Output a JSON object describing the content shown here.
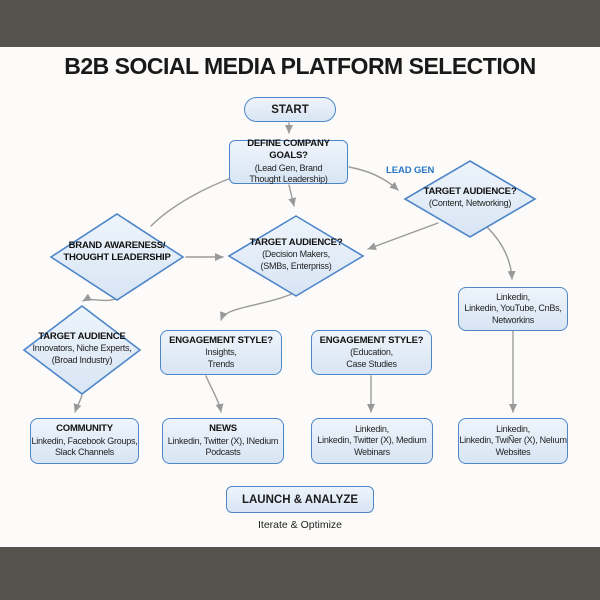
{
  "page": {
    "title": "B2B SOCIAL MEDIA PLATFORM SELECTION"
  },
  "edge_labels": {
    "lead_gen": "LEAD GEN"
  },
  "nodes": {
    "start": {
      "label": "START"
    },
    "goals": {
      "title": "DEFINE COMPANY GOALS?",
      "line1": "(Lead Gen, Brand",
      "line2": "Thought Leadership)"
    },
    "audience_right": {
      "title": "TARGET AUDIENCE?",
      "line1": "(Content, Networking)"
    },
    "brand": {
      "line1": "BRAND AWARENESS/",
      "line2": "THOUGHT LEADERSHIP"
    },
    "audience_mid": {
      "title": "TARGET AUDIENCE?",
      "line1": "(Decision Makers,",
      "line2": "(SMBs, Enterpriss)"
    },
    "audience_small": {
      "title": "TARGET AUDIENCE",
      "line1": "Innovators, Niche Experts,",
      "line2": "(Broad Industry)"
    },
    "engagement1": {
      "title": "ENGAGEMENT STYLE?",
      "line1": "Insights,",
      "line2": "Trends"
    },
    "engagement2": {
      "title": "ENGAGEMENT STYLE?",
      "line1": "(Education,",
      "line2": "Case Studies"
    },
    "platforms_right": {
      "line1": "Linkedin,",
      "line2": "Linkedin, YouTube, CnBs,",
      "line3": "Networkins"
    },
    "community": {
      "title": "COMMUNITY",
      "line1": "Linkedin, Facebook Groups,",
      "line2": "Slack Channels"
    },
    "news": {
      "title": "NEWS",
      "line1": "Linkedin, Twitter (X), INedium",
      "line2": "Podcasts"
    },
    "webinars": {
      "line1": "Linkedin,",
      "line2": "Linkedin, Twitter (X), Medium",
      "line3": "Webinars"
    },
    "websites": {
      "line1": "Linkedin,",
      "line2": "Linkedin, TwiÑer (X), Nelıum",
      "line3": "Websites"
    },
    "launch": {
      "label": "LAUNCH & ANALYZE"
    },
    "footer": {
      "label": "Iterate & Optimize"
    }
  },
  "colors": {
    "band": "#56524e",
    "background": "#fcfbf9",
    "node_border": "#4e86c8",
    "node_fill_top": "#eef4fb",
    "node_fill_bottom": "#d8e5f4",
    "connector": "#9b9b9b",
    "edge_label_blue": "#2878c8",
    "title_text": "#191919"
  }
}
